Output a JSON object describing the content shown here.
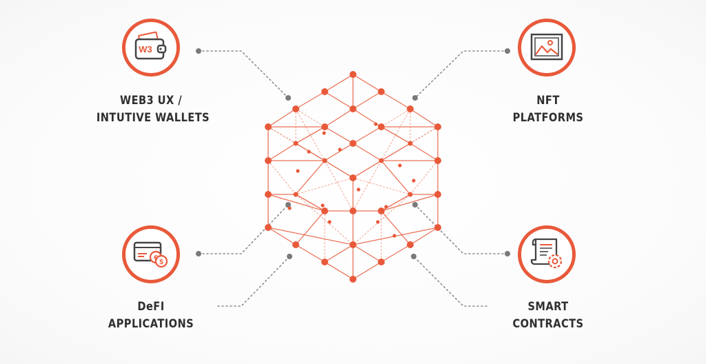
{
  "colors": {
    "accent": "#e8593a",
    "text": "#2f2f2f",
    "connector": "#8a8a8a",
    "icon_stroke": "#444444"
  },
  "features": {
    "wallets": {
      "label_line1": "WEB3 UX /",
      "label_line2": "INTUTIVE WALLETS",
      "icon": "wallet-icon",
      "icon_text": "W3"
    },
    "nft": {
      "label_line1": "NFT",
      "label_line2": "PLATFORMS",
      "icon": "image-frame-icon"
    },
    "defi": {
      "label_line1": "DeFI",
      "label_line2": "APPLICATIONS",
      "icon": "card-coins-icon",
      "coin_symbols": [
        "€",
        "$"
      ]
    },
    "contracts": {
      "label_line1": "SMART",
      "label_line2": "CONTRACTS",
      "icon": "contract-gear-icon"
    }
  },
  "center_graphic": "blockchain-network-cube"
}
